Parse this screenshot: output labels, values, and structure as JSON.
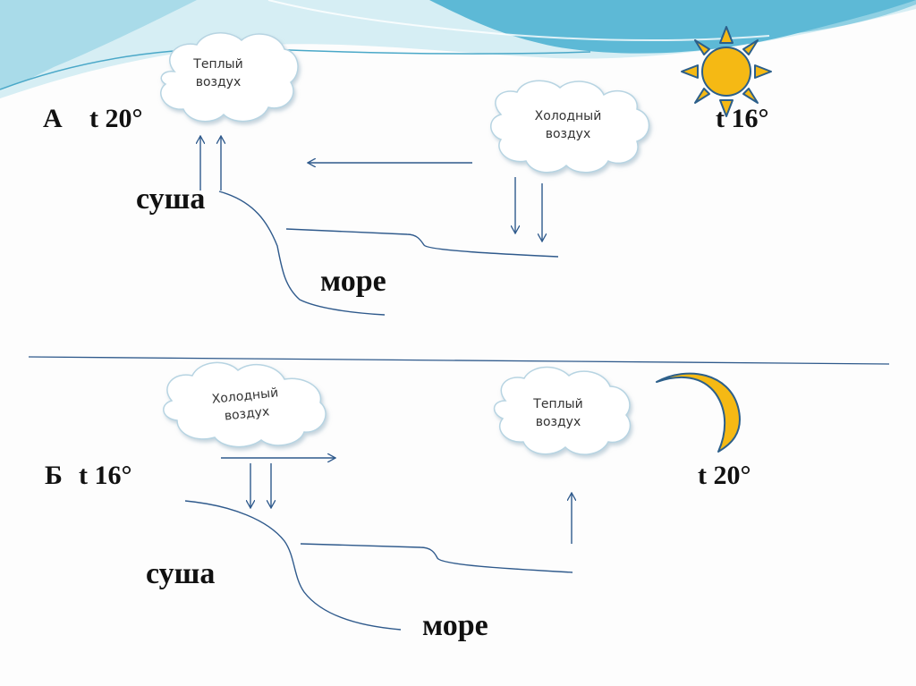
{
  "top": {
    "letter": "А",
    "temp_land": "t 20°",
    "temp_sea": "t 16°",
    "land": "суша",
    "sea": "море",
    "cloud_left": [
      "Теплый",
      "воздух"
    ],
    "cloud_right": [
      "Холодный",
      "воздух"
    ],
    "celestial": "sun-icon"
  },
  "bottom": {
    "letter": "Б",
    "temp_land": "t 16°",
    "temp_sea": "t 20°",
    "land": "суша",
    "sea": "море",
    "cloud_left": [
      "Холодный",
      "воздух"
    ],
    "cloud_right": [
      "Теплый",
      "воздух"
    ],
    "celestial": "moon-icon"
  },
  "colors": {
    "line": "#2f5a8c",
    "sun": "#f5b914",
    "moon": "#f5b914",
    "outline": "#2c5f8a",
    "wave_light": "#bfe3ee",
    "wave_mid": "#7cc6dd",
    "wave_dark": "#3fa6c8"
  }
}
